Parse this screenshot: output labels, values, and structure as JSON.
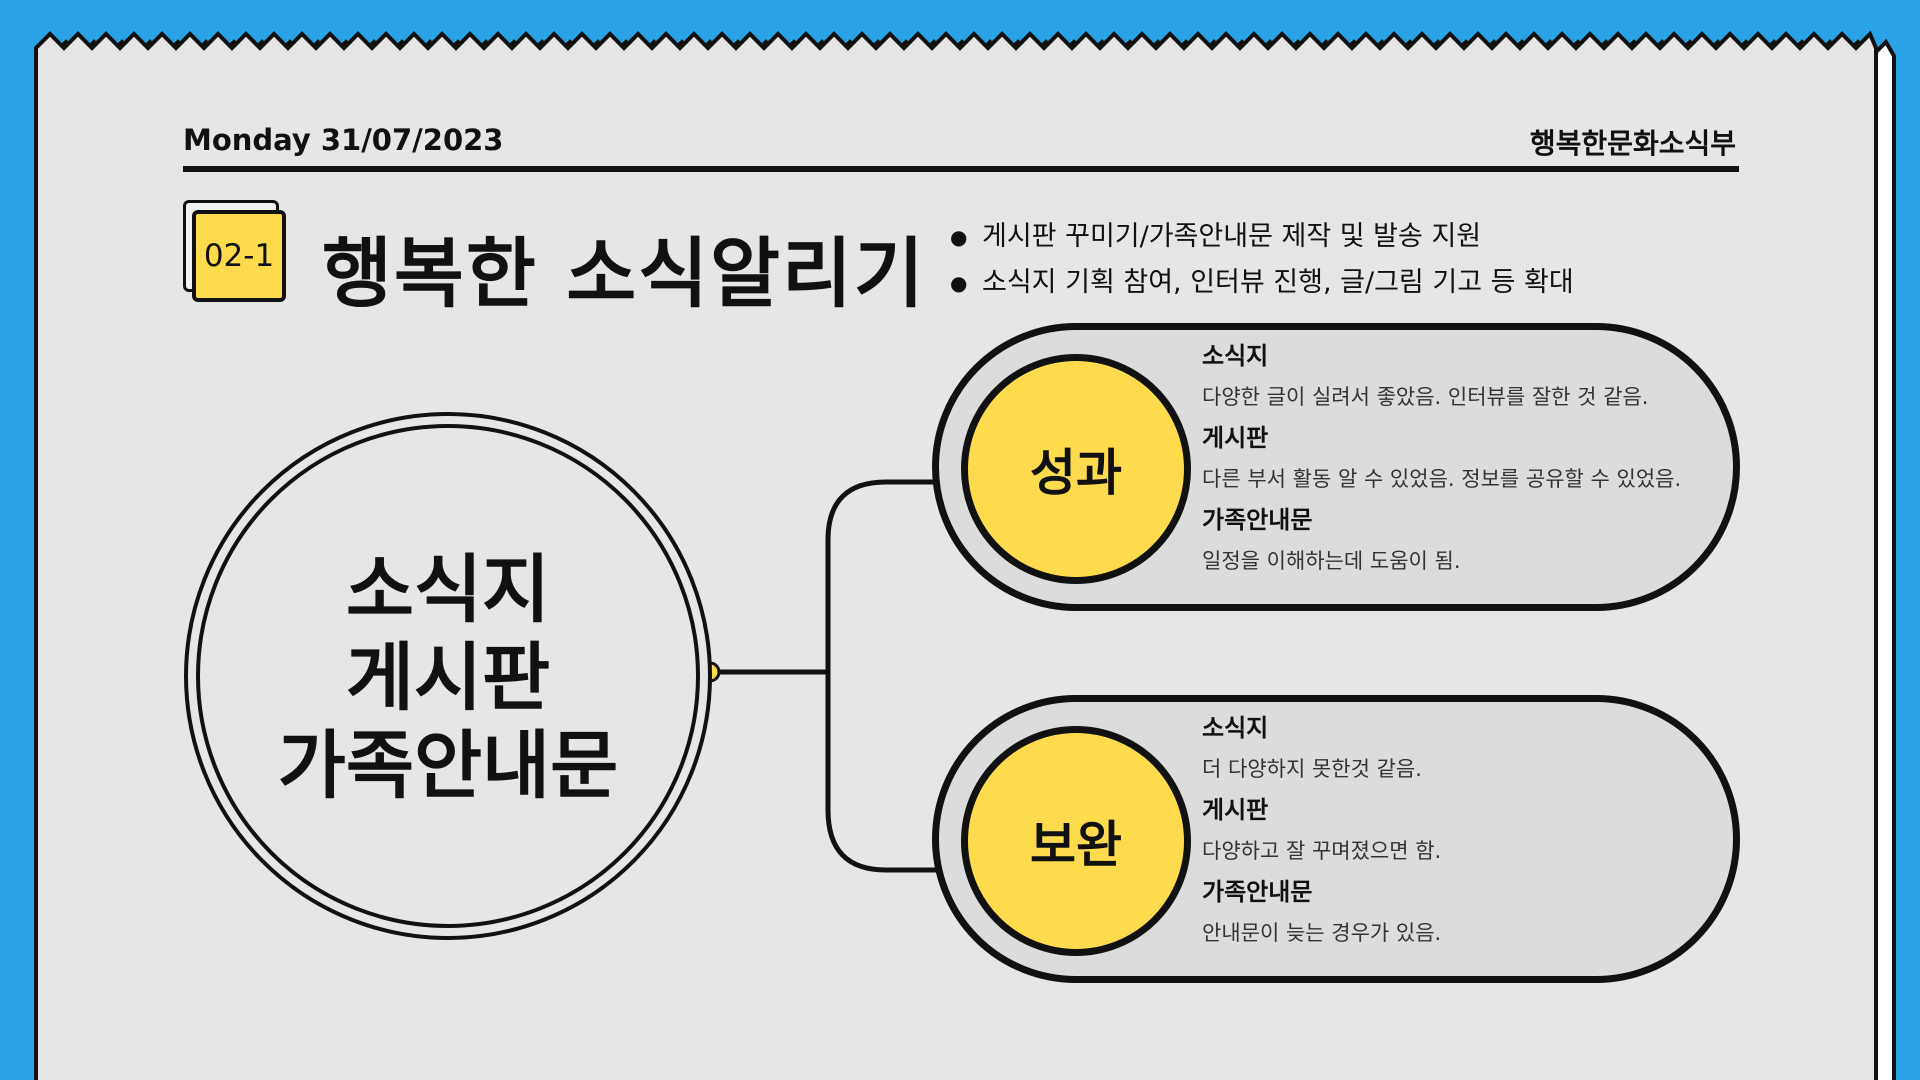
{
  "header": {
    "date": "Monday 31/07/2023",
    "org": "행복한문화소식부"
  },
  "section": {
    "badge": "02-1",
    "title": "행복한 소식알리기",
    "bullets": [
      "게시판 꾸미기/가족안내문 제작 및 발송 지원",
      "소식지 기획 참여, 인터뷰 진행, 글/그림 기고 등 확대"
    ]
  },
  "hub": {
    "lines": [
      "소식지",
      "게시판",
      "가족안내문"
    ]
  },
  "results": {
    "label": "성과",
    "items": [
      {
        "title": "소식지",
        "desc": "다양한 글이 실려서 좋았음. 인터뷰를 잘한 것 같음."
      },
      {
        "title": "게시판",
        "desc": "다른 부서 활동 알 수 있었음. 정보를 공유할 수 있었음."
      },
      {
        "title": "가족안내문",
        "desc": "일정을 이해하는데 도움이 됨."
      }
    ]
  },
  "improvements": {
    "label": "보완",
    "items": [
      {
        "title": "소식지",
        "desc": "더 다양하지 못한것 같음."
      },
      {
        "title": "게시판",
        "desc": "다양하고 잘 꾸며졌으면 함."
      },
      {
        "title": "가족안내문",
        "desc": "안내문이 늦는 경우가 있음."
      }
    ]
  },
  "colors": {
    "background": "#2aa3e6",
    "paper": "#e6e6e6",
    "accent": "#ffdb4d",
    "ink": "#111111"
  }
}
